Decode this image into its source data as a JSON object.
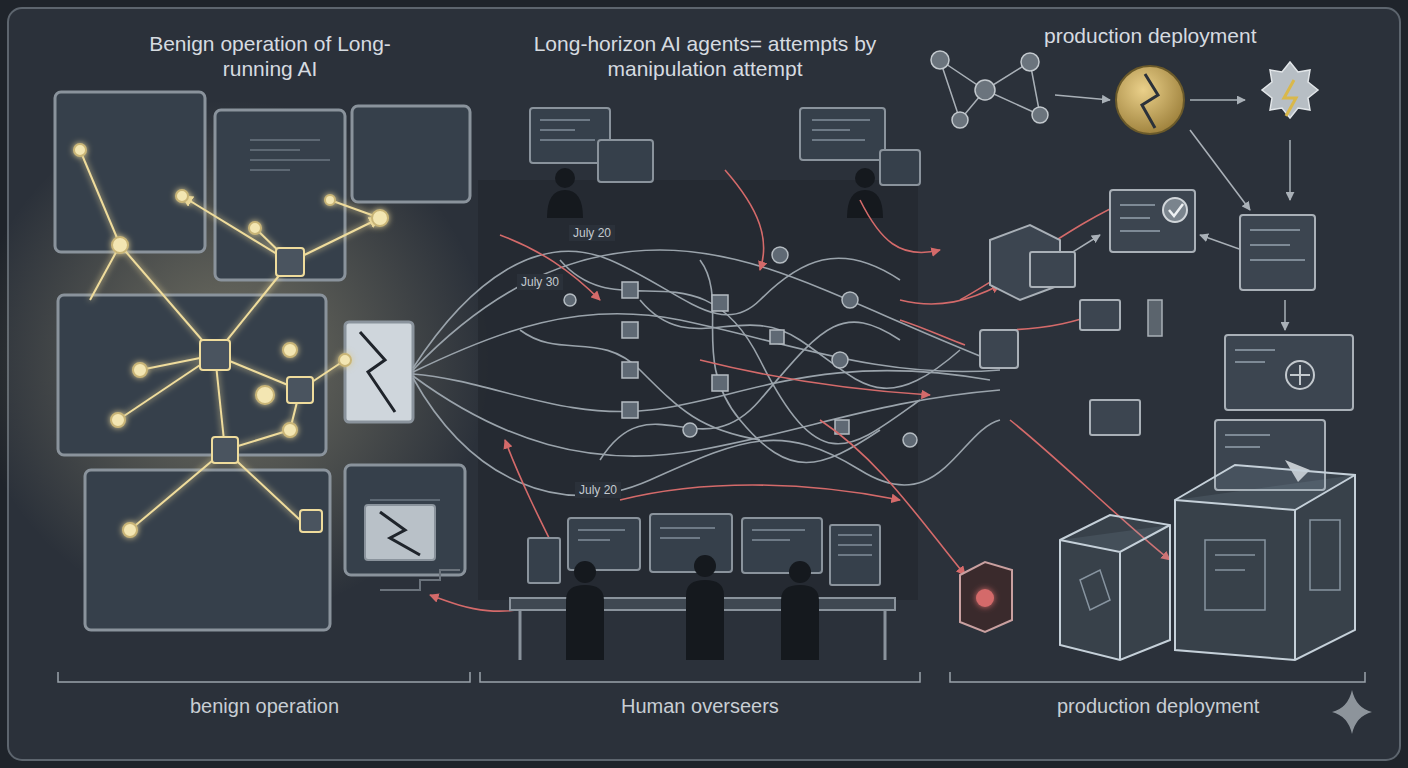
{
  "diagram": {
    "labels": [
      "Benign operation of Long-running AI",
      "Long-horizon AI agents= attempts by manipulation attempt",
      "production deployment",
      "July 20",
      "July 30",
      "July 20",
      "benign operation",
      "Human overseers",
      "production deployment"
    ]
  }
}
